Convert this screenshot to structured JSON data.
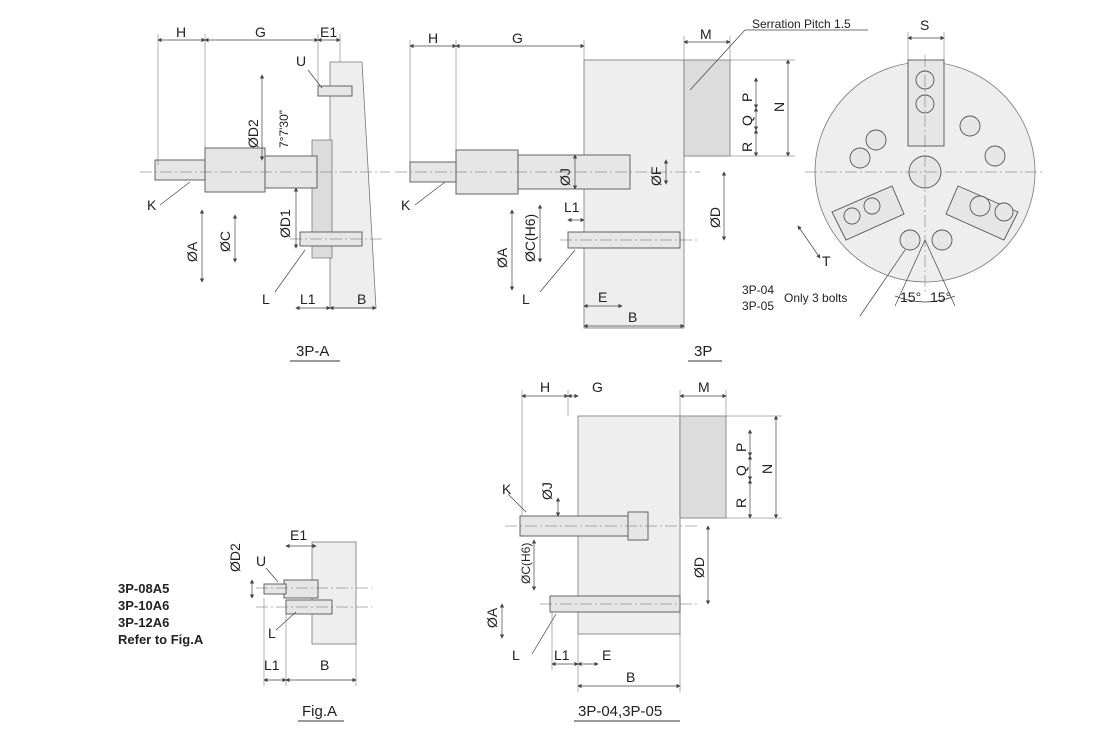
{
  "views": {
    "p3a": {
      "caption": "3P-A",
      "labels": {
        "H": "H",
        "G": "G",
        "E1": "E1",
        "U": "U",
        "D2": "ØD2",
        "angle": "7°7'30\"",
        "D1": "ØD1",
        "K": "K",
        "A": "ØA",
        "C": "ØC",
        "L": "L",
        "L1": "L1",
        "B": "B"
      }
    },
    "p3": {
      "caption": "3P",
      "labels": {
        "H": "H",
        "G": "G",
        "M": "M",
        "serration": "Serration Pitch  1.5",
        "P": "P",
        "Q": "Q",
        "R": "R",
        "N": "N",
        "J": "ØJ",
        "F": "ØF",
        "K": "K",
        "L1": "L1",
        "D": "ØD",
        "A": "ØA",
        "C": "ØC(H6)",
        "L": "L",
        "E": "E",
        "B": "B"
      }
    },
    "front": {
      "S": "S",
      "T": "T",
      "models": [
        "3P-04",
        "3P-05"
      ],
      "bolts_note": "Only 3 bolts",
      "angle_left": "15°",
      "angle_right": "15°"
    },
    "figA": {
      "caption": "Fig.A",
      "labels": {
        "D2": "ØD2",
        "E1": "E1",
        "U": "U",
        "L": "L",
        "L1": "L1",
        "B": "B"
      },
      "notes": [
        "3P-08A5",
        "3P-10A6",
        "3P-12A6",
        "Refer to Fig.A"
      ]
    },
    "p3_0405": {
      "caption": "3P-04,3P-05",
      "labels": {
        "H": "H",
        "G": "G",
        "M": "M",
        "P": "P",
        "Q": "Q",
        "R": "R",
        "N": "N",
        "K": "K",
        "J": "ØJ",
        "C": "ØC(H6)",
        "D": "ØD",
        "A": "ØA",
        "L": "L",
        "L1": "L1",
        "E": "E",
        "B": "B"
      }
    }
  },
  "colors": {
    "body": "#eeeeee",
    "line": "#444444",
    "text": "#222222"
  }
}
